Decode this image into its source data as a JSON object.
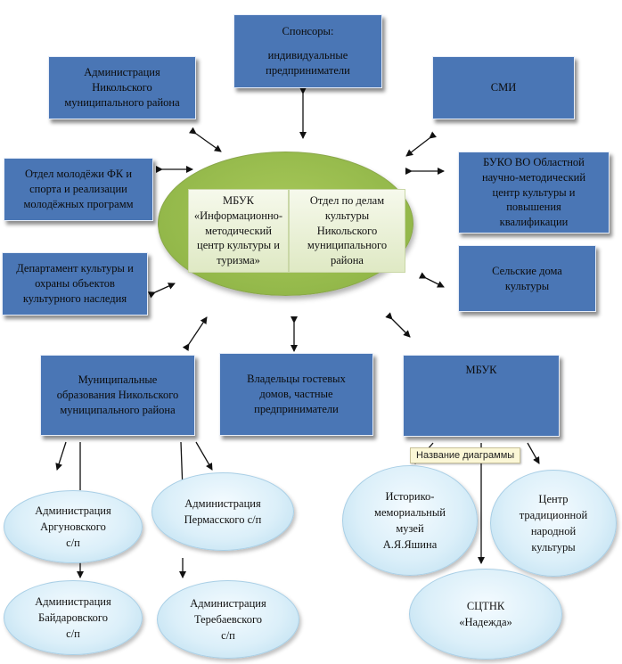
{
  "center": {
    "left_lines": [
      "МБУК",
      "«Информационно-",
      "методический",
      "центр культуры и",
      "туризма»"
    ],
    "right_lines": [
      "Отдел по делам",
      "культуры",
      "Никольского",
      "муниципального",
      "района"
    ]
  },
  "boxes": {
    "sponsors": [
      "Спонсоры:",
      "",
      "индивидуальные",
      "предприниматели"
    ],
    "admin_district": [
      "Администрация",
      "Никольского",
      "муниципального района"
    ],
    "smi": [
      "СМИ"
    ],
    "youth_dept": [
      "Отдел молодёжи ФК и",
      "спорта и реализации",
      "молодёжных программ"
    ],
    "buko": [
      "БУКО ВО Областной",
      "научно-методический",
      "центр культуры и",
      "повышения",
      "квалификации"
    ],
    "culture_dept": [
      "Департамент культуры и",
      "охраны объектов",
      "культурного наследия"
    ],
    "village_houses": [
      "Сельские дома",
      "культуры"
    ],
    "municipal": [
      "Муниципальные",
      "образования Никольского",
      "муниципального района"
    ],
    "guest_houses": [
      "Владельцы гостевых",
      "домов, частные",
      "предприниматели"
    ],
    "mbuk": [
      "МБУК"
    ]
  },
  "ovals": {
    "argunovsky": [
      "Администрация",
      "Аргуновского",
      "с/п"
    ],
    "permassky": [
      "Администрация",
      "Пермасского с/п"
    ],
    "baydarovsky": [
      "Администрация",
      "Байдаровского",
      "с/п"
    ],
    "terebaevsky": [
      "Администрация",
      "Теребаевского",
      "с/п"
    ],
    "museum": [
      "Историко-",
      "мемориальный",
      "музей",
      "А.Я.Яшина"
    ],
    "folk_center": [
      "Центр",
      "традиционной",
      "народной",
      "культуры"
    ],
    "sctnk": [
      "СЦТНК",
      "«Надежда»"
    ]
  },
  "callout": "Название диаграммы",
  "colors": {
    "box": "#4a76b5",
    "center": "#93b84a",
    "oval": "#dbeff9"
  }
}
